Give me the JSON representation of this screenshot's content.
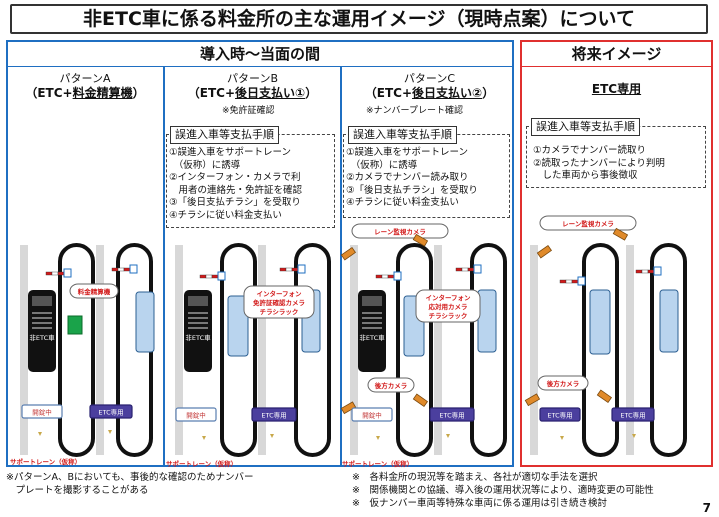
{
  "title": "非ETC車に係る料金所の主な運用イメージ（現時点案）について",
  "sections": {
    "now": "導入時～当面の間",
    "future": "将来イメージ"
  },
  "columns": {
    "a": {
      "name": "パターンA",
      "sub": "（ETC+",
      "sub_ul": "料金精算機",
      "sub_end": "）"
    },
    "b": {
      "name": "パターンB",
      "sub": "（ETC+",
      "sub_ul": "後日支払い①",
      "sub_end": "）",
      "note": "※免許証確認"
    },
    "c": {
      "name": "パターンC",
      "sub": "（ETC+",
      "sub_ul": "後日支払い②",
      "sub_end": "）",
      "note": "※ナンバープレート確認"
    },
    "d": {
      "sub_ul": "ETC専用"
    }
  },
  "procedure_title": "誤進入車等支払手順",
  "procedures": {
    "b": [
      "①誤進入車をサポートレーン",
      "　（仮称）に誘導",
      "②インターフォン・カメラで利",
      "　用者の連絡先・免許証を確認",
      "③「後日支払チラシ」を受取り",
      "④チラシに従い料金支払い"
    ],
    "c": [
      "①誤進入車をサポートレーン",
      "　（仮称）に誘導",
      "②カメラでナンバー読み取り",
      "③「後日支払チラシ」を受取り",
      "④チラシに従い料金支払い"
    ],
    "d": [
      "①カメラでナンバー読取り",
      "②読取ったナンバーにより判明",
      "　した車両から事後徴収"
    ]
  },
  "labels": {
    "a_machine": "料金精算機",
    "booth": "非ETC車",
    "b_callout": [
      "インターフォン",
      "免許証確認カメラ",
      "チラシラック"
    ],
    "c_callout": [
      "インターフォン",
      "応対用カメラ",
      "チラシラック"
    ],
    "lane_camera": "レーン監視カメラ",
    "rear_camera": "後方カメラ",
    "open": "開錠中",
    "etc_only": "ETC専用",
    "support_lane": "サポートレーン（仮称）"
  },
  "footnotes": {
    "left": [
      "※パターンA、Bにおいても、事後的な確認のためナンバー",
      "　プレートを撮影することがある"
    ],
    "right": [
      "※　各料金所の現況等を踏まえ、各社が適切な手法を選択",
      "※　関係機関との協議、導入後の運用状況等により、適時変更の可能性",
      "※　仮ナンバー車両等特殊な車両に係る運用は引き続き検討"
    ]
  },
  "page_number": "7",
  "colors": {
    "blue": "#1f6fc2",
    "red": "#e0302f",
    "purple": "#4b3f9e",
    "green": "#1aa34a",
    "lane_red": "#d21a1a"
  }
}
